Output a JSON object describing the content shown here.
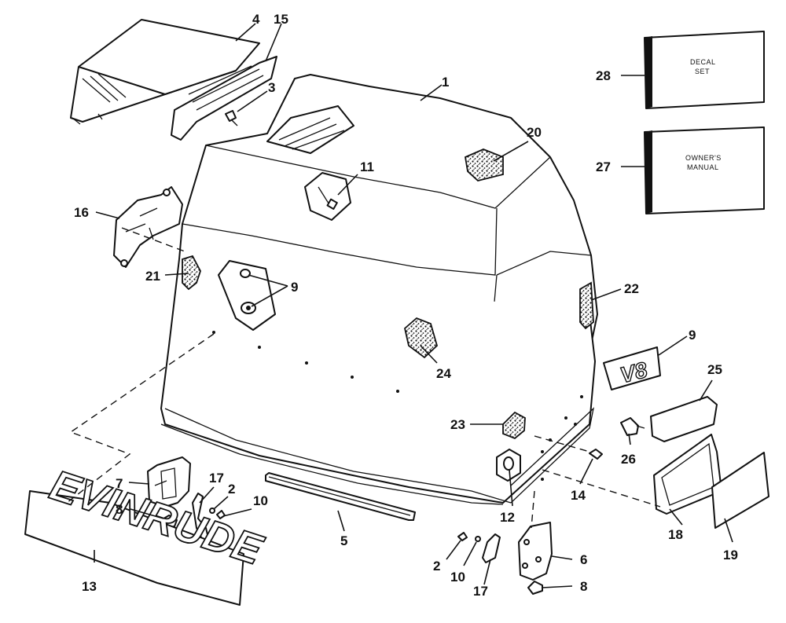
{
  "diagram": {
    "callouts": {
      "c1": "1",
      "c2a": "2",
      "c2b": "2",
      "c3": "3",
      "c4": "4",
      "c5": "5",
      "c6": "6",
      "c7": "7",
      "c8a": "8",
      "c8b": "8",
      "c9a": "9",
      "c9b": "9",
      "c10a": "10",
      "c10b": "10",
      "c11": "11",
      "c12": "12",
      "c13": "13",
      "c14": "14",
      "c15": "15",
      "c16": "16",
      "c17a": "17",
      "c17b": "17",
      "c18": "18",
      "c19": "19",
      "c20": "20",
      "c21": "21",
      "c22": "22",
      "c23": "23",
      "c24": "24",
      "c25": "25",
      "c26": "26",
      "c27": "27",
      "c28": "28"
    },
    "decal_box": {
      "line1": "DECAL",
      "line2": "SET"
    },
    "manual_box": {
      "line1": "OWNER'S",
      "line2": "MANUAL"
    },
    "brand_decal": "EVINRUDE",
    "model_badge": "V8"
  }
}
